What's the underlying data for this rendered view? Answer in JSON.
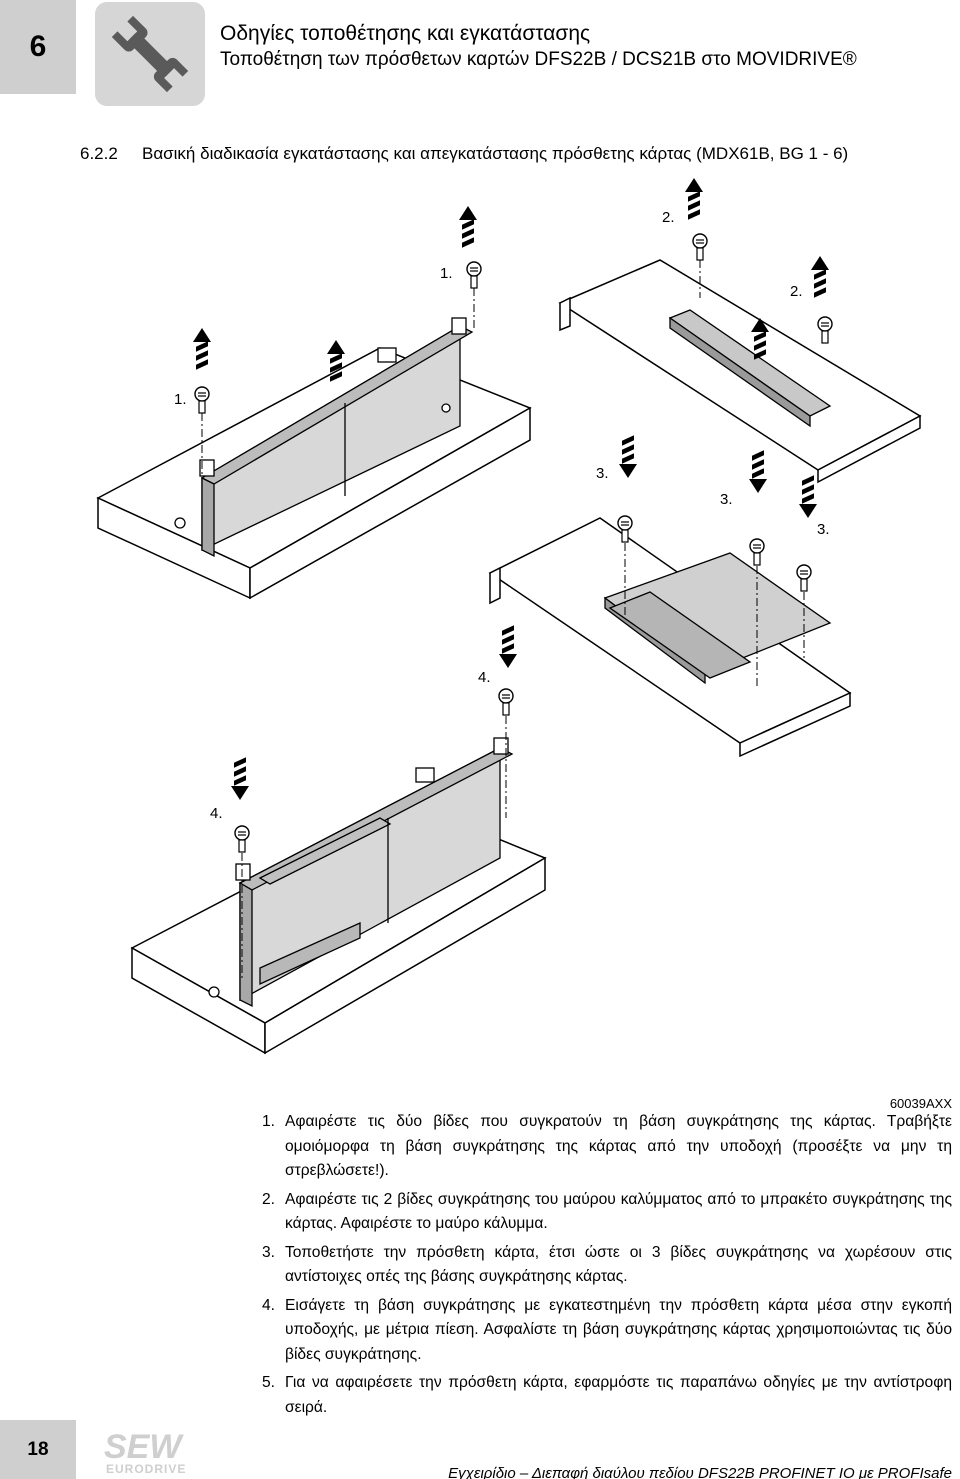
{
  "header": {
    "chapter": "6",
    "title": "Οδηγίες τοποθέτησης και εγκατάστασης",
    "subtitle": "Τοποθέτηση των πρόσθετων καρτών DFS22B / DCS21B στο MOVIDRIVE®",
    "icon": "wrench-icon"
  },
  "section": {
    "number": "6.2.2",
    "title": "Βασική διαδικασία εγκατάστασης και απεγκατάστασης πρόσθετης κάρτας (MDX61B, BG 1 - 6)"
  },
  "figure": {
    "labels": [
      "1.",
      "1.",
      "2.",
      "2.",
      "3.",
      "3.",
      "3.",
      "4.",
      "4."
    ],
    "code": "60039AXX"
  },
  "steps": [
    {
      "n": "1.",
      "text": "Αφαιρέστε τις δύο βίδες που συγκρατούν τη βάση συγκράτησης της κάρτας. Τραβήξτε ομοιόμορφα τη βάση συγκράτησης της κάρτας από την υποδοχή (προσέξτε να μην τη στρεβλώσετε!)."
    },
    {
      "n": "2.",
      "text": "Αφαιρέστε τις 2 βίδες συγκράτησης του μαύρου καλύμματος από το μπρακέτο συγκράτησης της κάρτας. Αφαιρέστε το μαύρο κάλυμμα."
    },
    {
      "n": "3.",
      "text": "Τοποθετήστε την πρόσθετη κάρτα, έτσι ώστε οι 3 βίδες συγκράτησης να χωρέσουν στις αντίστοιχες οπές της βάσης συγκράτησης κάρτας."
    },
    {
      "n": "4.",
      "text": "Εισάγετε τη βάση συγκράτησης με εγκατεστημένη την πρόσθετη κάρτα μέσα στην εγκοπή υποδοχής, με μέτρια πίεση. Ασφαλίστε τη βάση συγκράτησης κάρτας χρησιμοποιώντας τις δύο βίδες συγκράτησης."
    },
    {
      "n": "5.",
      "text": "Για να αφαιρέσετε την πρόσθετη κάρτα, εφαρμόστε τις παραπάνω οδηγίες με την αντίστροφη σειρά."
    }
  ],
  "footer": {
    "page": "18",
    "logo_top": "SEW",
    "logo_bottom": "EURODRIVE",
    "text": "Εγχειρίδιο – Διεπαφή διαύλου πεδίου DFS22B PROFINET IO με PROFIsafe"
  }
}
